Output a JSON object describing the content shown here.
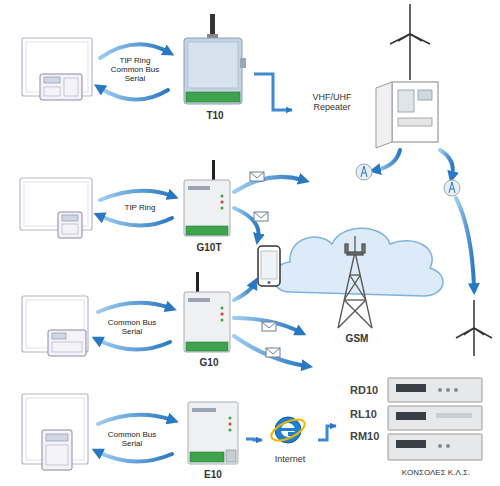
{
  "diagram": {
    "nodes": [
      {
        "text": [
          "T10"
        ]
      },
      {
        "text": [
          "VHF/UHF Repeater"
        ]
      },
      {
        "text": [
          "G10T"
        ]
      },
      {
        "text": [
          "GSM"
        ]
      },
      {
        "text": [
          "G10"
        ]
      },
      {
        "text": [
          "E10"
        ]
      },
      {
        "text": [
          "Internet"
        ]
      },
      {
        "text": [
          "RD10",
          "RL10",
          "RM10",
          "ΚΟΝΣΟΛΕΣ Κ.Λ.Σ."
        ]
      }
    ],
    "edges": [
      {
        "from": 0,
        "to": 1,
        "arrow": "to"
      },
      {
        "from": 5,
        "to": 6,
        "arrow": "to"
      },
      {
        "from": 6,
        "to": 7,
        "arrow": "to"
      }
    ],
    "labels": [
      "TIP Ring Common Bus Serial",
      "TIP Ring",
      "Common Bus Serial",
      "Common Bus Serial"
    ]
  }
}
